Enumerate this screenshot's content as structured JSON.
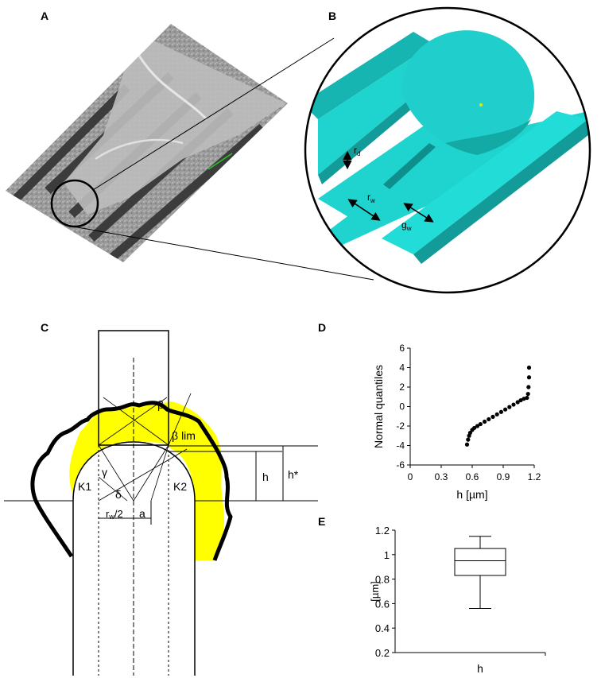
{
  "panels": {
    "A": {
      "letter": "A"
    },
    "B": {
      "letter": "B",
      "labels": {
        "rd": "r",
        "rd_sub": "d",
        "rw": "r",
        "rw_sub": "w",
        "gw": "g",
        "gw_sub": "w"
      }
    },
    "C": {
      "letter": "C",
      "labels": {
        "beta": "β",
        "beta_lim": "β",
        "lim": "lim",
        "gamma": "γ",
        "delta": "δ",
        "K1": "K1",
        "K2": "K2",
        "h": "h",
        "hstar": "h*",
        "rw2_pre": "r",
        "rw2_sub": "w",
        "rw2_post": "/2",
        "a": "a"
      }
    },
    "D": {
      "letter": "D"
    },
    "E": {
      "letter": "E"
    }
  },
  "colors": {
    "cyan": "#1fd3cf",
    "yellow": "#ffff00",
    "black": "#000000"
  },
  "chart_data": [
    {
      "panel": "D",
      "type": "scatter",
      "xlabel": "h [µm]",
      "ylabel": "Normal quantiles",
      "xlim": [
        0,
        1.2
      ],
      "ylim": [
        -6,
        6
      ],
      "xticks": [
        "0",
        "0.3",
        "0.6",
        "0.9",
        "1.2"
      ],
      "yticks": [
        "6",
        "4",
        "2",
        "0",
        "-2",
        "-4",
        "-6"
      ],
      "series": [
        {
          "points": [
            [
              0.55,
              -3.9
            ],
            [
              0.56,
              -3.4
            ],
            [
              0.57,
              -3.0
            ],
            [
              0.58,
              -2.7
            ],
            [
              0.6,
              -2.4
            ],
            [
              0.62,
              -2.2
            ],
            [
              0.65,
              -2.0
            ],
            [
              0.68,
              -1.8
            ],
            [
              0.72,
              -1.55
            ],
            [
              0.76,
              -1.3
            ],
            [
              0.8,
              -1.05
            ],
            [
              0.84,
              -0.8
            ],
            [
              0.88,
              -0.55
            ],
            [
              0.92,
              -0.3
            ],
            [
              0.96,
              -0.05
            ],
            [
              1.0,
              0.2
            ],
            [
              1.04,
              0.45
            ],
            [
              1.07,
              0.65
            ],
            [
              1.1,
              0.8
            ],
            [
              1.13,
              0.9
            ],
            [
              1.14,
              1.3
            ],
            [
              1.145,
              2.0
            ],
            [
              1.15,
              3.0
            ],
            [
              1.15,
              4.0
            ]
          ]
        }
      ]
    },
    {
      "panel": "E",
      "type": "box",
      "ylabel": "[µm]",
      "xlabel": "h",
      "ylim": [
        0.2,
        1.2
      ],
      "yticks": [
        "1.2",
        "1",
        "0.8",
        "0.6",
        "0.4",
        "0.2"
      ],
      "box": {
        "min": 0.56,
        "q1": 0.83,
        "median": 0.95,
        "q3": 1.05,
        "max": 1.15
      }
    }
  ]
}
